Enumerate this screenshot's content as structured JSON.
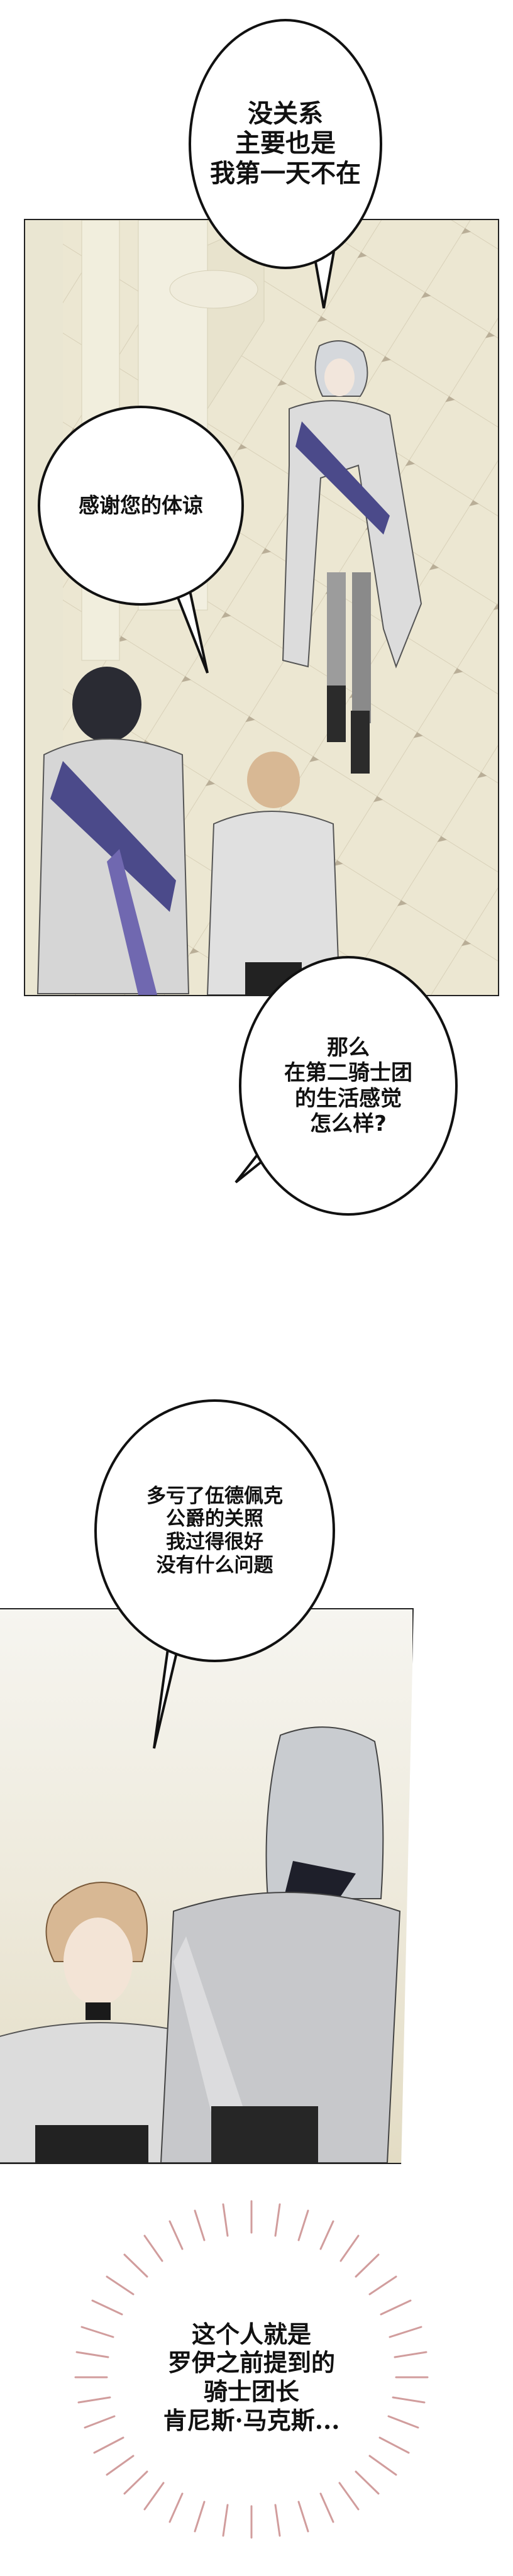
{
  "colors": {
    "page_bg": "#ffffff",
    "bubble_border": "#111111",
    "hall_floor": "#ece8d6",
    "floor_diamond": "#b9ae97",
    "floor_warm": "#c9b896",
    "floor_dark_diamond": "#4a3a22",
    "uniform_white": "#d9d9d9",
    "sash_purple": "#4b4a8a",
    "burst_lines": "#c98c8c",
    "hair_blond": "#d8b894",
    "hair_silver": "#c9ccd0"
  },
  "panels": [
    {
      "id": "panel-1",
      "description": "Palace hall with checkered floor; silver-haired knight walks toward two knights in white uniforms"
    },
    {
      "id": "panel-2",
      "description": "Blond young knight and silver-haired knight commander in white uniforms"
    }
  ],
  "bubbles": [
    {
      "id": "bubble-1",
      "text": "没关系\n主要也是\n我第一天不在"
    },
    {
      "id": "bubble-2",
      "text": "感谢您的体谅"
    },
    {
      "id": "bubble-3",
      "text": "那么\n在第二骑士团\n的生活感觉\n怎么样?"
    },
    {
      "id": "bubble-4",
      "text": "多亏了伍德佩克\n公爵的关照\n我过得很好\n没有什么问题"
    }
  ],
  "narration": {
    "id": "burst-1",
    "text": "这个人就是\n罗伊之前提到的\n骑士团长\n肯尼斯·马克斯..."
  }
}
